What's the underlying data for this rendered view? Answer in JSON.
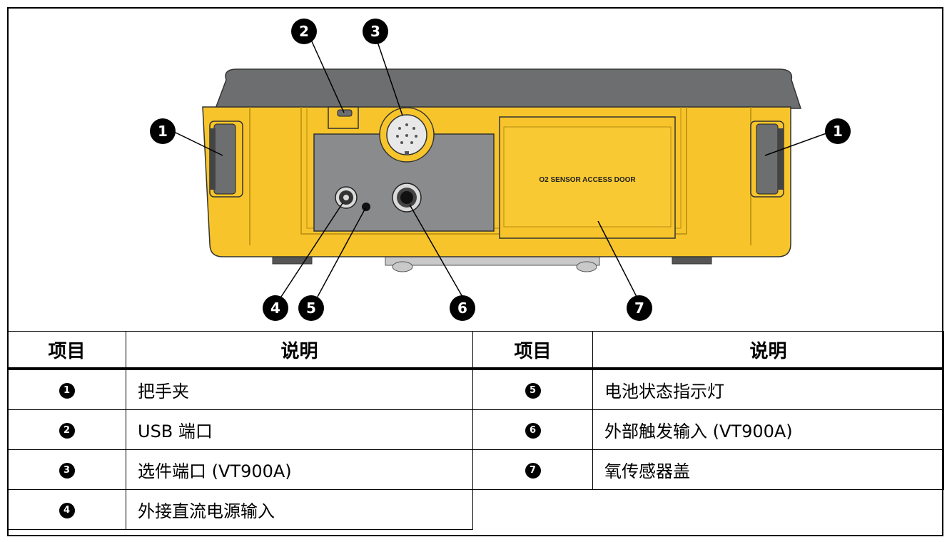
{
  "figure": {
    "door_label": "O2 SENSOR ACCESS DOOR",
    "callouts": [
      "1",
      "2",
      "3",
      "1",
      "4",
      "5",
      "6",
      "7"
    ]
  },
  "table": {
    "headers": [
      "项目",
      "说明",
      "项目",
      "说明"
    ],
    "rows": [
      {
        "num1": "1",
        "desc1": "把手夹",
        "num2": "5",
        "desc2": "电池状态指示灯"
      },
      {
        "num1": "2",
        "desc1": "USB 端口",
        "num2": "6",
        "desc2": "外部触发输入 (VT900A)"
      },
      {
        "num1": "3",
        "desc1": "选件端口 (VT900A)",
        "num2": "7",
        "desc2": "氧传感器盖"
      },
      {
        "num1": "4",
        "desc1": "外接直流电源输入",
        "num2": "",
        "desc2": ""
      }
    ]
  },
  "colors": {
    "body_yellow": "#F7C52B",
    "housing_gray": "#6D6E70",
    "panel_gray": "#8A8B8D"
  }
}
